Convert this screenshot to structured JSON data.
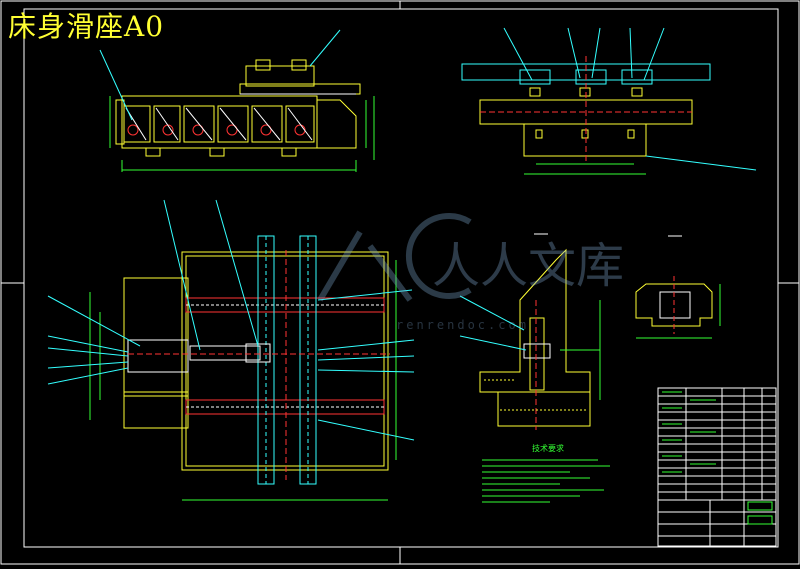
{
  "drawing": {
    "title": "床身滑座A0",
    "watermark": "人人文库",
    "watermark_url": "renrendoc.com",
    "notes_title": "技术要求"
  },
  "colors": {
    "background": "#000000",
    "frame": "#ffffff",
    "yellow": "#ffff33",
    "green": "#33ff33",
    "cyan": "#33ffff",
    "red": "#ff3333",
    "white": "#ffffff",
    "watermark": "#7aa6cc"
  }
}
